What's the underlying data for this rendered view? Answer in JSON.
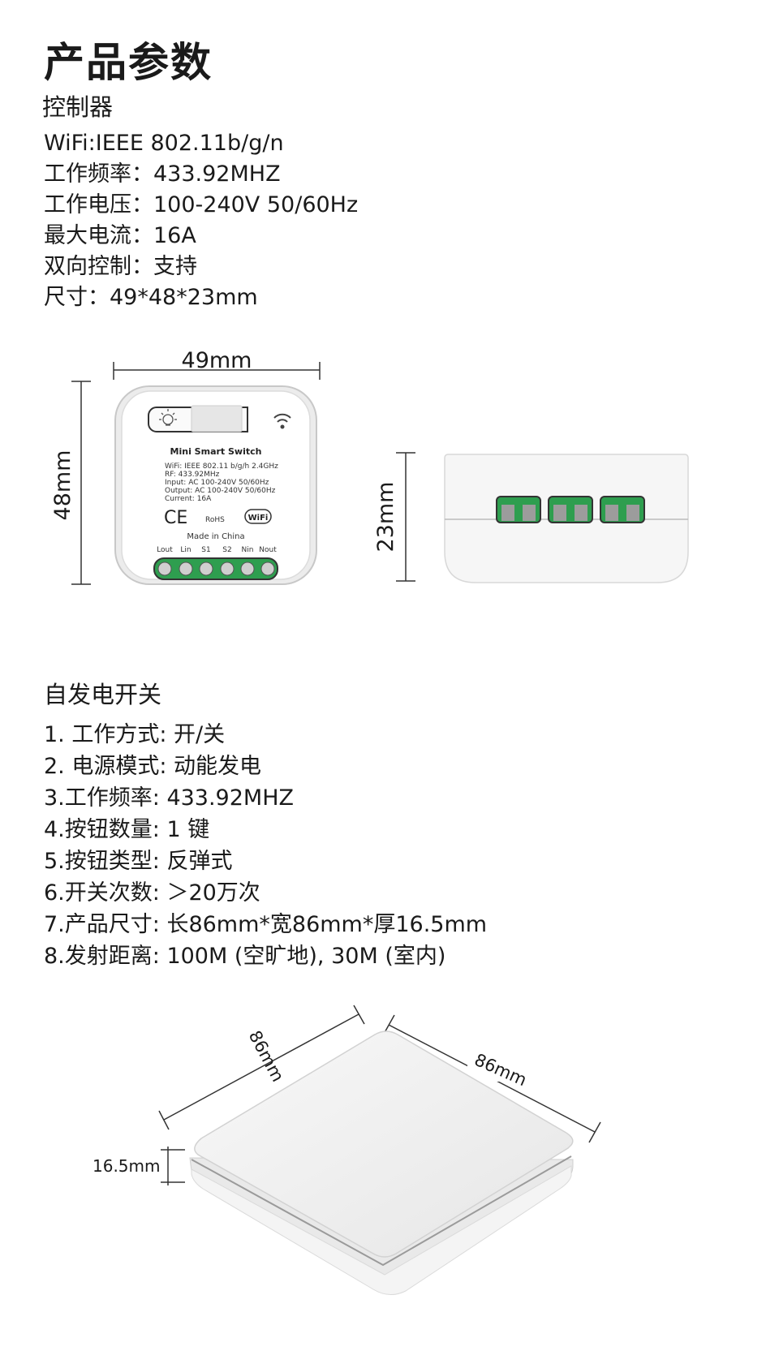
{
  "page_title": "产品参数",
  "controller": {
    "heading": "控制器",
    "specs": [
      "WiFi:IEEE 802.11b/g/n",
      "工作频率：433.92MHZ",
      "工作电压：100-240V 50/60Hz",
      "最大电流：16A",
      "双向控制：支持",
      "尺寸：49*48*23mm"
    ],
    "dims": {
      "width": "49mm",
      "height": "48mm",
      "depth": "23mm"
    },
    "label": {
      "name": "Mini Smart Switch",
      "lines": [
        "WiFi: IEEE 802.11 b/g/h  2.4GHz",
        "RF: 433.92MHz",
        "Input:  AC 100-240V  50/60Hz",
        "Output:  AC 100-240V  50/60Hz",
        "Current:  16A"
      ],
      "ce": "CE",
      "rohs": "RoHS",
      "wifi_badge": "WiFi",
      "made_in": "Made in China",
      "terminals": [
        "Lout",
        "Lin",
        "S1",
        "S2",
        "Nin",
        "Nout"
      ]
    }
  },
  "switch": {
    "heading": "自发电开关",
    "specs": [
      "1. 工作方式: 开/关",
      "2. 电源模式: 动能发电",
      "3.工作频率: 433.92MHZ",
      "4.按钮数量: 1 键",
      "5.按钮类型: 反弹式",
      "6.开关次数: ＞20万次",
      "7.产品尺寸: 长86mm*宽86mm*厚16.5mm",
      "8.发射距离: 100M (空旷地), 30M (室内)"
    ],
    "dims": {
      "left": "86mm",
      "right": "86mm",
      "thickness": "16.5mm"
    }
  },
  "colors": {
    "text": "#1a1a1a",
    "terminal_green": "#2e9e4f",
    "device_white": "#f6f6f6"
  }
}
